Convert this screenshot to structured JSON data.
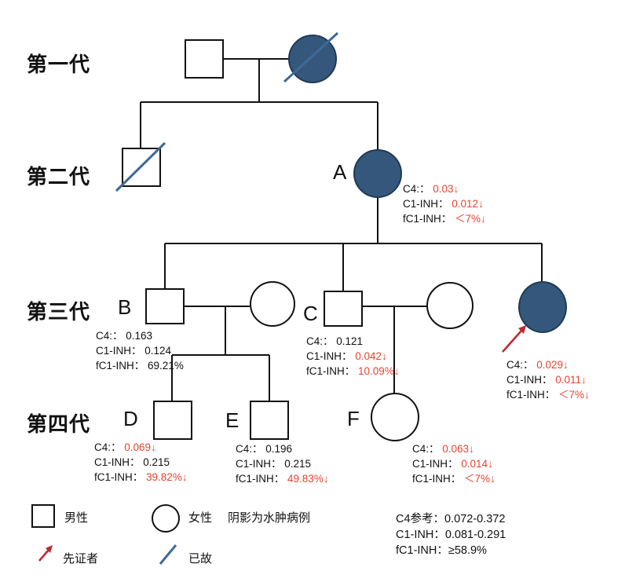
{
  "generations": {
    "gen1": "第一代",
    "gen2": "第二代",
    "gen3": "第三代",
    "gen4": "第四代"
  },
  "persons": {
    "A": {
      "letter": "A",
      "c4_label": "C4:：",
      "c4_value": "0.03↓",
      "c1inh_label": "C1-INH：",
      "c1inh_value": "0.012↓",
      "fc1inh_label": "fC1-INH：",
      "fc1inh_value": "＜7%↓"
    },
    "B": {
      "letter": "B",
      "c4_label": "C4:：",
      "c4_value": "0.163",
      "c1inh_label": "C1-INH：",
      "c1inh_value": "0.124",
      "fc1inh_label": "fC1-INH：",
      "fc1inh_value": "69.21%"
    },
    "C": {
      "letter": "C",
      "c4_label": "C4:：",
      "c4_value": "0.121",
      "c1inh_label": "C1-INH：",
      "c1inh_value": "0.042↓",
      "fc1inh_label": "fC1-INH：",
      "fc1inh_value": "10.09%↓"
    },
    "proband": {
      "c4_label": "C4:：",
      "c4_value": "0.029↓",
      "c1inh_label": "C1-INH：",
      "c1inh_value": "0.011↓",
      "fc1inh_label": "fC1-INH：",
      "fc1inh_value": "＜7%↓"
    },
    "D": {
      "letter": "D",
      "c4_label": "C4:：",
      "c4_value": "0.069↓",
      "c1inh_label": "C1-INH：",
      "c1inh_value": "0.215",
      "fc1inh_label": "fC1-INH：",
      "fc1inh_value": "39.82%↓"
    },
    "E": {
      "letter": "E",
      "c4_label": "C4:：",
      "c4_value": "0.196",
      "c1inh_label": "C1-INH：",
      "c1inh_value": "0.215",
      "fc1inh_label": "fC1-INH：",
      "fc1inh_value": "49.83%↓"
    },
    "F": {
      "letter": "F",
      "c4_label": "C4:：",
      "c4_value": "0.063↓",
      "c1inh_label": "C1-INH：",
      "c1inh_value": "0.014↓",
      "fc1inh_label": "fC1-INH：",
      "fc1inh_value": "＜7%↓"
    }
  },
  "legend": {
    "male": "男性",
    "female": "女性",
    "shaded": "阴影为水肿病例",
    "proband": "先证者",
    "deceased": "已故"
  },
  "reference": {
    "c4": "C4参考：0.072-0.372",
    "c1inh": "C1-INH：0.081-0.291",
    "fc1inh": "fC1-INH：≥58.9%"
  },
  "colors": {
    "affected": "#35577c",
    "deceased_slash": "#3d6a99",
    "decrease_text": "#e8432e",
    "proband_arrow": "#c0272d"
  }
}
